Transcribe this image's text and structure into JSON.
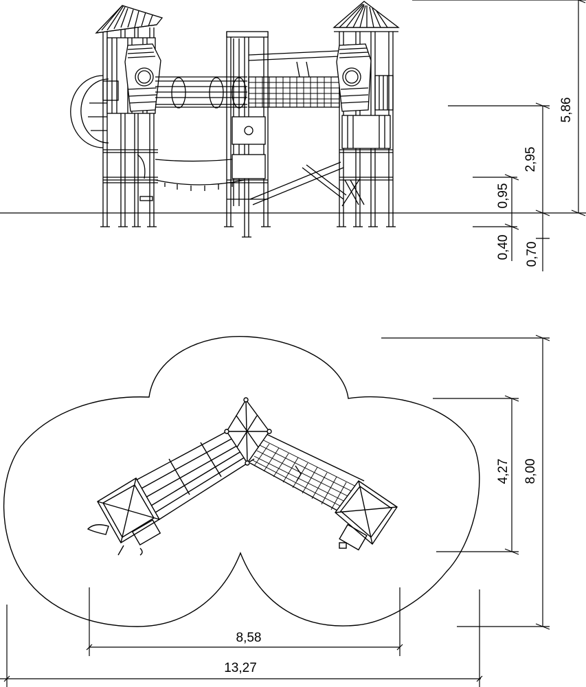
{
  "dimensions": {
    "total_height": "5,86",
    "platform_height": "2,95",
    "low_platform": "0,95",
    "foundation_depth": "0,40",
    "post_depth": "0,70",
    "footprint_depth": "4,27",
    "safety_depth": "8,00",
    "footprint_width": "8,58",
    "safety_width": "13,27"
  }
}
